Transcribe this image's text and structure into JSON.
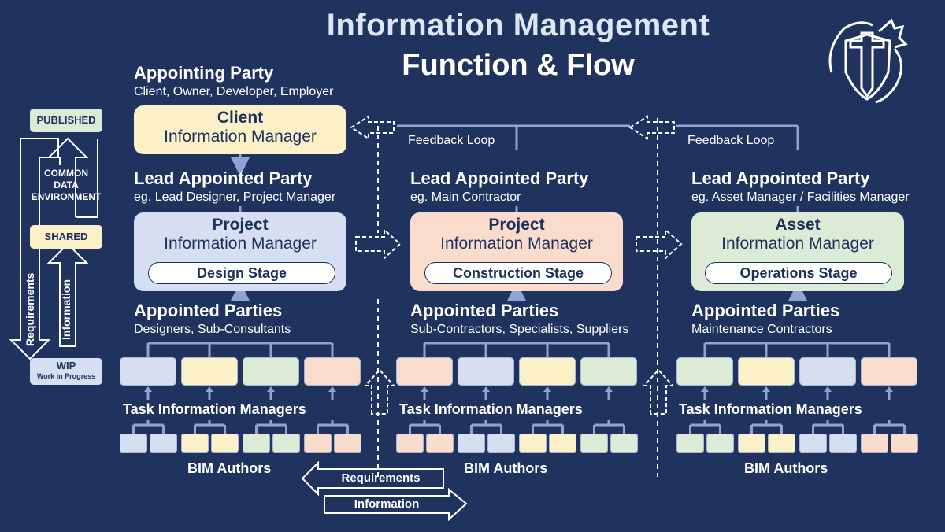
{
  "title": {
    "line1": "Information Management",
    "line2": "Function & Flow"
  },
  "appointing_party": {
    "heading": "Appointing Party",
    "examples": "Client, Owner, Developer, Employer",
    "manager_line1": "Client",
    "manager_line2": "Information Manager"
  },
  "feedback_loops": [
    "Feedback Loop",
    "Feedback Loop"
  ],
  "columns": [
    {
      "lead_heading": "Lead Appointed Party",
      "lead_examples": "eg. Lead Designer, Project Manager",
      "manager_line1": "Project",
      "manager_line2": "Information Manager",
      "stage": "Design Stage",
      "appointed_heading": "Appointed Parties",
      "appointed_examples": "Designers, Sub-Consultants",
      "task_label": "Task Information Managers",
      "authors_label": "BIM Authors"
    },
    {
      "lead_heading": "Lead Appointed Party",
      "lead_examples": "eg. Main Contractor",
      "manager_line1": "Project",
      "manager_line2": "Information Manager",
      "stage": "Construction Stage",
      "appointed_heading": "Appointed Parties",
      "appointed_examples": "Sub-Contractors, Specialists, Suppliers",
      "task_label": "Task Information Managers",
      "authors_label": "BIM Authors"
    },
    {
      "lead_heading": "Lead Appointed Party",
      "lead_examples": "eg. Asset Manager / Facilities Manager",
      "manager_line1": "Asset",
      "manager_line2": "Information Manager",
      "stage": "Operations Stage",
      "appointed_heading": "Appointed Parties",
      "appointed_examples": "Maintenance Contractors",
      "task_label": "Task Information Managers",
      "authors_label": "BIM Authors"
    }
  ],
  "cde": {
    "published": "PUBLISHED",
    "common_line1": "COMMON",
    "common_line2": "DATA",
    "common_line3": "ENVIRONMENT",
    "shared": "SHARED",
    "wip": "WIP",
    "wip_sub": "Work in Progress",
    "requirements": "Requirements",
    "information": "Information"
  },
  "bottom_arrows": {
    "requirements": "Requirements",
    "information": "Information"
  },
  "colors": {
    "background": "#20335f",
    "blue": "#d6dff2",
    "yellow": "#fbf0c8",
    "green": "#dcebd6",
    "peach": "#f9dccb",
    "published": "#dcebd6",
    "shared": "#fbf0c8",
    "wip": "#d6dff2"
  },
  "logo": {
    "icon": "dragon-shield-sword-icon"
  }
}
